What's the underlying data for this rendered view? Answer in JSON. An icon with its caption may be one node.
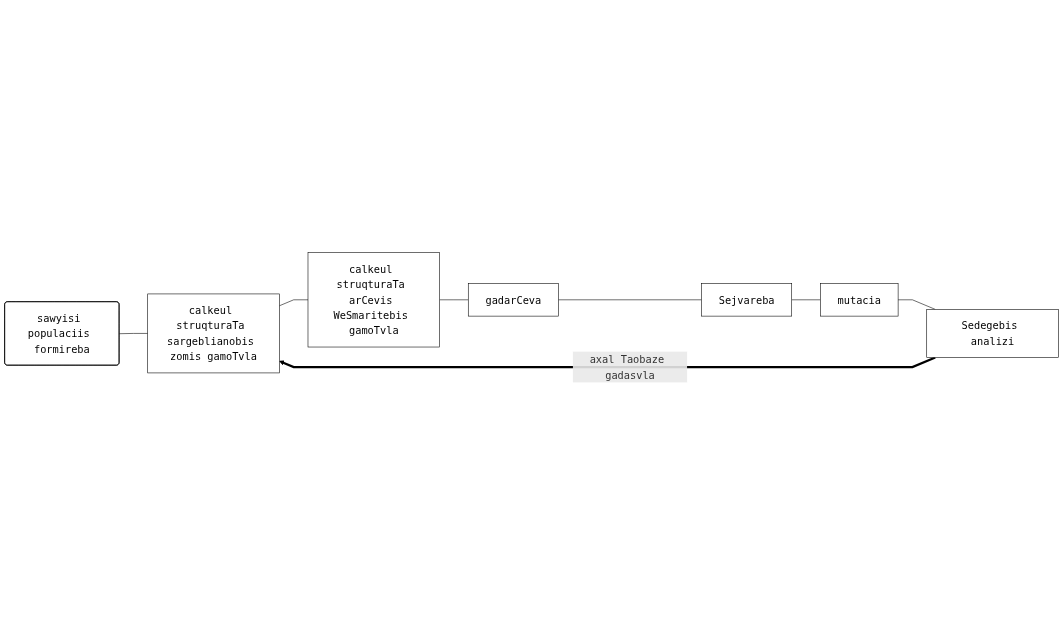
{
  "diagram": {
    "nodes": [
      {
        "text": [
          "sawyisi populaciis formireba"
        ]
      },
      {
        "text": [
          "calkeul struqturaTa sargeblianobis zomis gamoTvla"
        ]
      },
      {
        "text": [
          "calkeul struqturaTa arCevis WeSmaritebis gamoTvla"
        ]
      },
      {
        "text": [
          "gadarCeva"
        ]
      },
      {
        "text": [
          "Sejvareba"
        ]
      },
      {
        "text": [
          "mutacia"
        ]
      },
      {
        "text": [
          "Sedegebis analizi"
        ]
      }
    ],
    "edges": [
      {
        "from": 0,
        "to": 1,
        "arrow": "none"
      },
      {
        "from": 1,
        "to": 2,
        "arrow": "none"
      },
      {
        "from": 2,
        "to": 3,
        "arrow": "none"
      },
      {
        "from": 3,
        "to": 4,
        "arrow": "none"
      },
      {
        "from": 4,
        "to": 5,
        "arrow": "none"
      },
      {
        "from": 5,
        "to": 6,
        "arrow": "none"
      },
      {
        "from": 6,
        "to": 1,
        "arrow": "to",
        "style": "thick",
        "label": "axal Taobaze gadasvla"
      }
    ]
  }
}
